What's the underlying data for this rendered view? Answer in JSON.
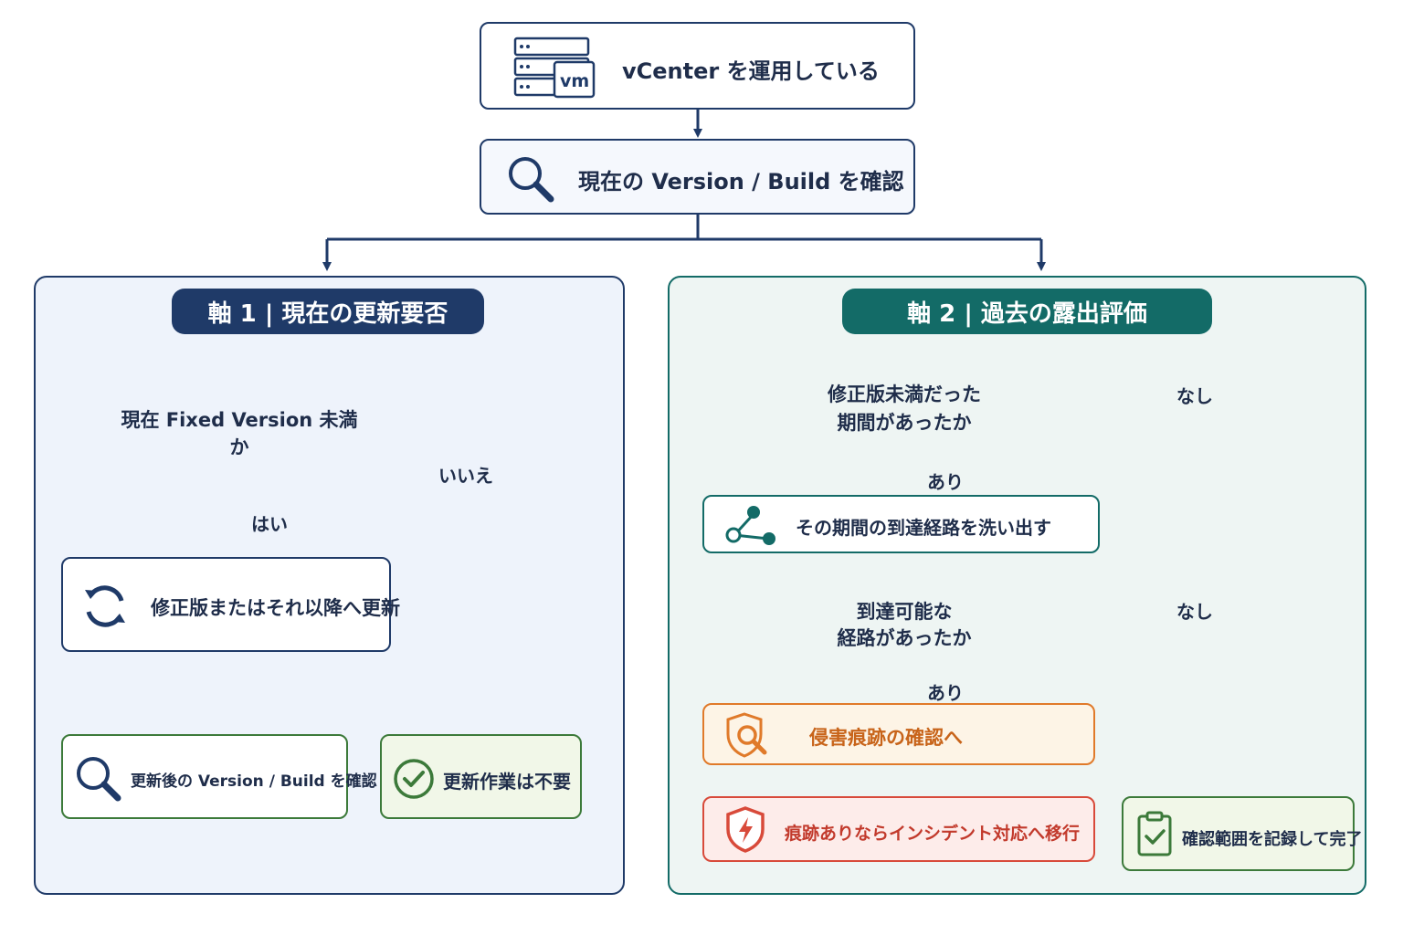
{
  "top": {
    "start_label": "vCenter を運用している",
    "check_label": "現在の Version / Build を確認",
    "vm_badge": "vm"
  },
  "axis1": {
    "title": "軸 1 | 現在の更新要否",
    "decision": "現在 Fixed Version 未満か",
    "yes_label": "はい",
    "no_label": "いいえ",
    "update_label": "修正版またはそれ以降へ更新",
    "verify_label": "更新後の Version / Build を確認",
    "noneed_label": "更新作業は不要"
  },
  "axis2": {
    "title": "軸 2 | 過去の露出評価",
    "decision1_line1": "修正版未満だった",
    "decision1_line2": "期間があったか",
    "decision1_yes": "あり",
    "decision1_no": "なし",
    "paths_label": "その期間の到達経路を洗い出す",
    "decision2_line1": "到達可能な",
    "decision2_line2": "経路があったか",
    "decision2_yes": "あり",
    "decision2_no": "なし",
    "compromise_label": "侵害痕跡の確認へ",
    "incident_label": "痕跡ありならインシデント対応へ移行",
    "record_label": "確認範囲を記録して完了"
  },
  "colors": {
    "navy": "#1f3a68",
    "teal": "#136b67",
    "panel1_bg": "#eef3fb",
    "panel2_bg": "#eef5f3",
    "diamond_fill": "#fdf4dd",
    "green": "#3c7a3a",
    "orange": "#e07a2a",
    "red": "#d84a3a"
  }
}
